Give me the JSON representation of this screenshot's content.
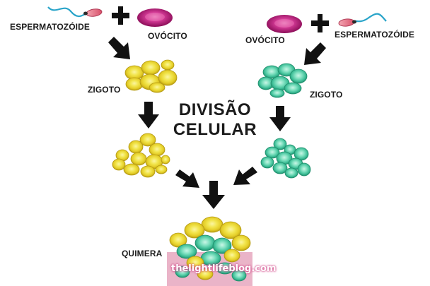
{
  "labels": {
    "sperm_left": "ESPERMATOZÓIDE",
    "ovocyte_left": "OVÓCITO",
    "ovocyte_right": "OVÓCITO",
    "sperm_right": "ESPERMATOZÓIDE",
    "zygote_left": "ZIGOTO",
    "zygote_right": "ZIGOTO",
    "division_line1": "DIVISÃO",
    "division_line2": "CELULAR",
    "chimera": "QUIMERA"
  },
  "watermark": "thelightlifeblog.com",
  "colors": {
    "yellow_cell": "#f1e65a",
    "teal_cell": "#6ad9b6",
    "ovocyte": "#c2177e",
    "sperm_tail": "#29a4c9",
    "arrow": "#111111",
    "watermark_band": "#e6a7be"
  }
}
